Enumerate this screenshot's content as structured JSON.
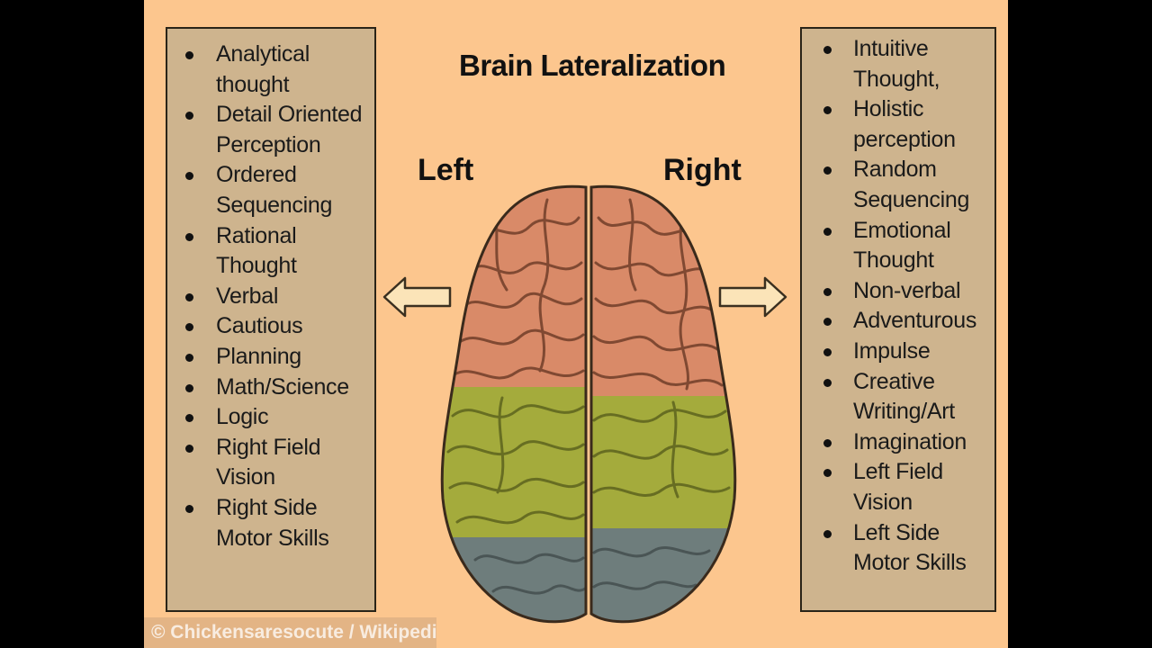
{
  "title": "Brain Lateralization",
  "labels": {
    "left": "Left",
    "right": "Right"
  },
  "left_list": [
    "Analytical thought",
    "Detail Oriented Perception",
    "Ordered Sequencing",
    "Rational Thought",
    "Verbal",
    "Cautious",
    "Planning",
    "Math/Science",
    "Logic",
    "Right Field Vision",
    "Right Side Motor Skills"
  ],
  "right_list": [
    "Intuitive Thought,",
    "Holistic perception",
    "Random Sequencing",
    "Emotional Thought",
    "Non-verbal",
    "Adventurous",
    "Impulse",
    "Creative Writing/Art",
    "Imagination",
    "Left Field Vision",
    "Left Side Motor Skills"
  ],
  "credit": "© Chickensaresocute / Wikipedia",
  "colors": {
    "background": "#fcc68e",
    "panel": "#ceb48e",
    "frontal_lobe": "#d98a68",
    "parietal_lobe": "#a4ab3c",
    "occipital_lobe": "#6e7d7c"
  }
}
